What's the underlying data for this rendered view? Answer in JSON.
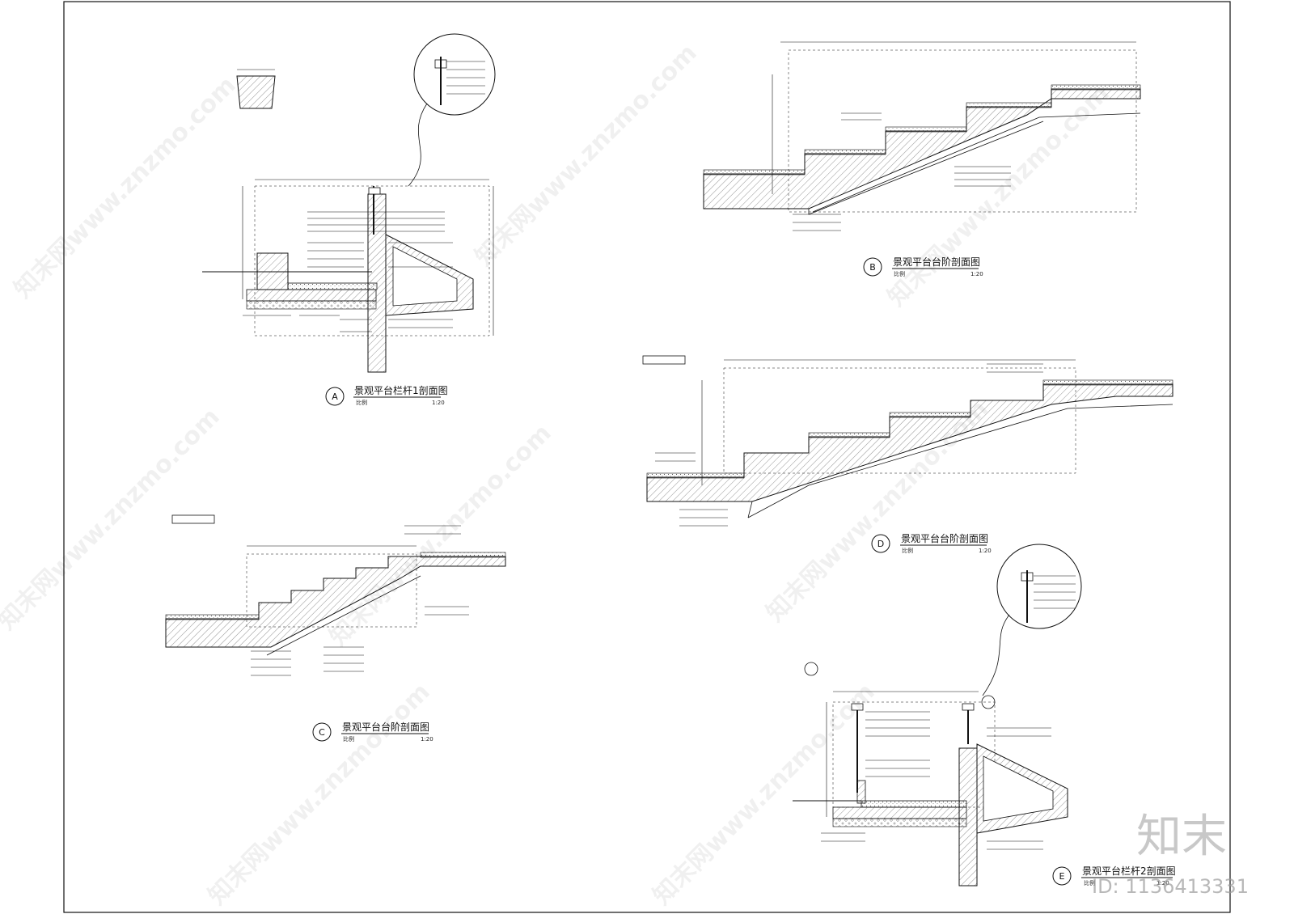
{
  "drawings": {
    "A": {
      "tag": "A",
      "title": "景观平台栏杆1剖面图",
      "scale_label": "比例",
      "scale": "1:20"
    },
    "B": {
      "tag": "B",
      "title": "景观平台台阶剖面图",
      "scale_label": "比例",
      "scale": "1:20"
    },
    "C": {
      "tag": "C",
      "title": "景观平台台阶剖面图",
      "scale_label": "比例",
      "scale": "1:20"
    },
    "D": {
      "tag": "D",
      "title": "景观平台台阶剖面图",
      "scale_label": "比例",
      "scale": "1:20"
    },
    "E": {
      "tag": "E",
      "title": "景观平台栏杆2剖面图",
      "scale_label": "比例",
      "scale": "1:20"
    }
  },
  "watermark": {
    "text": "知末网www.znzmo.com",
    "brand": "知末",
    "id": "ID: 1136413331"
  },
  "colors": {
    "line": "#111111",
    "hatch": "#555555",
    "paper": "#ffffff"
  }
}
